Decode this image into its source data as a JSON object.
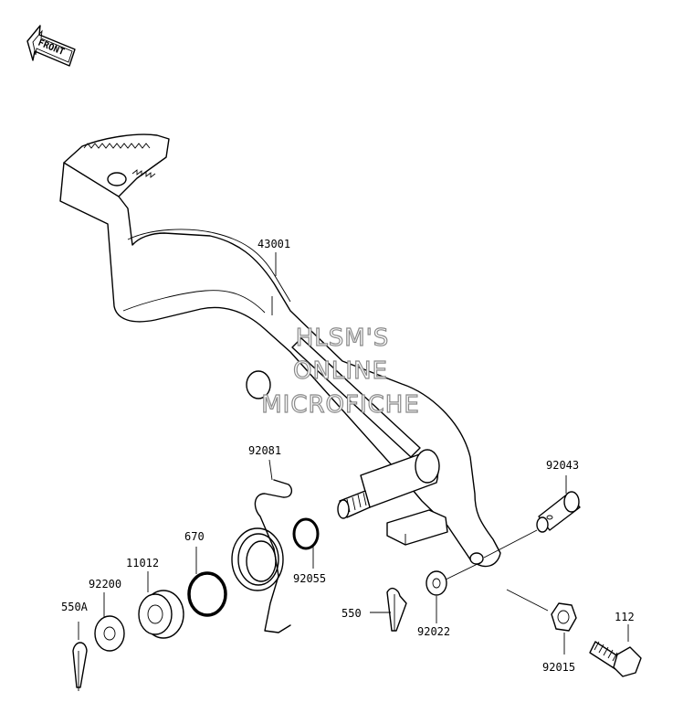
{
  "front_label": "FRONT",
  "watermark": {
    "line1": "HLSM'S",
    "line2": "ONLINE",
    "line3": "MICROFICHE"
  },
  "parts": {
    "p43001": "43001",
    "p92081": "92081",
    "p92043": "92043",
    "p670": "670",
    "p11012": "11012",
    "p92200": "92200",
    "p550A": "550A",
    "p92055": "92055",
    "p550": "550",
    "p92022": "92022",
    "p112": "112",
    "p92015": "92015"
  }
}
